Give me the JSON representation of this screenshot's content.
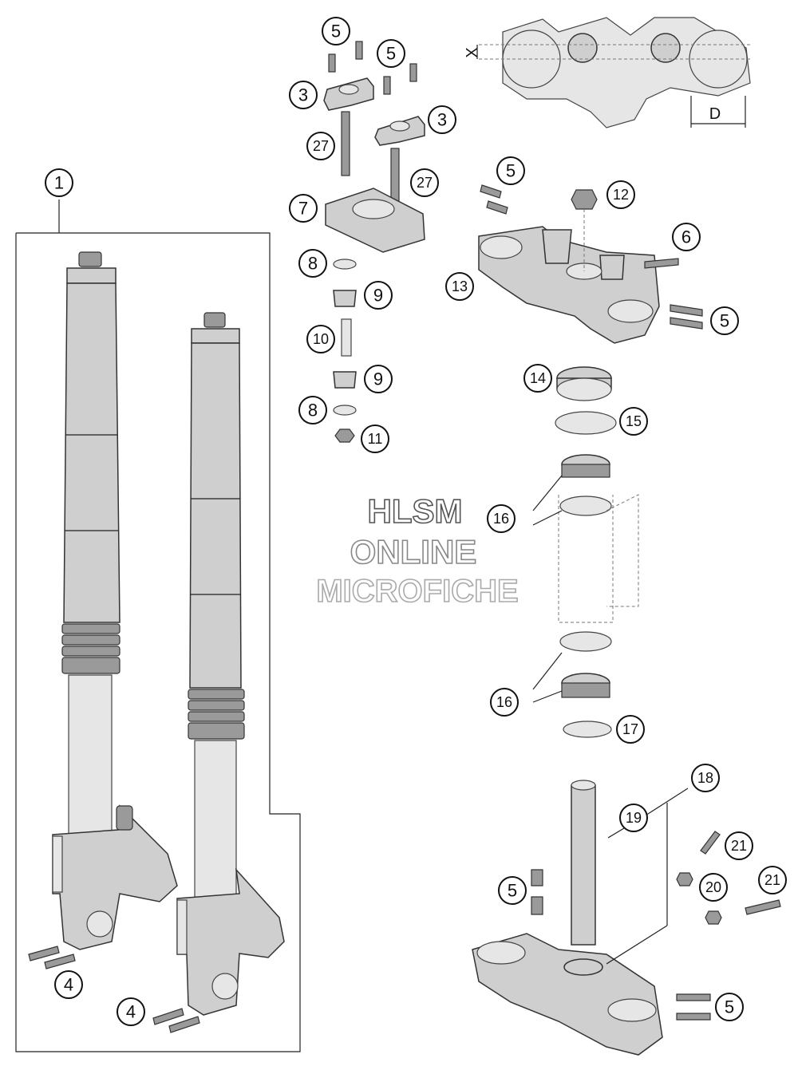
{
  "callouts": {
    "c1": "1",
    "c3a": "3",
    "c3b": "3",
    "c4a": "4",
    "c4b": "4",
    "c5a": "5",
    "c5b": "5",
    "c5c": "5",
    "c5d": "5",
    "c5e": "5",
    "c5f": "5",
    "c6": "6",
    "c7": "7",
    "c8a": "8",
    "c8b": "8",
    "c9a": "9",
    "c9b": "9",
    "c10": "10",
    "c11": "11",
    "c12": "12",
    "c13": "13",
    "c14": "14",
    "c15": "15",
    "c16a": "16",
    "c16b": "16",
    "c17": "17",
    "c18": "18",
    "c19": "19",
    "c20": "20",
    "c21a": "21",
    "c21b": "21",
    "c27a": "27",
    "c27b": "27"
  },
  "dimensions": {
    "x_label": "X",
    "d_label": "D"
  },
  "watermark": {
    "line1": "HLSM",
    "line2": "ONLINE",
    "line3": "MICROFICHE"
  },
  "colors": {
    "part_fill": "#cfcfcf",
    "outline": "#333333",
    "watermark_1": "#555555",
    "watermark_2": "#888888",
    "watermark_3": "#aaaaaa"
  }
}
